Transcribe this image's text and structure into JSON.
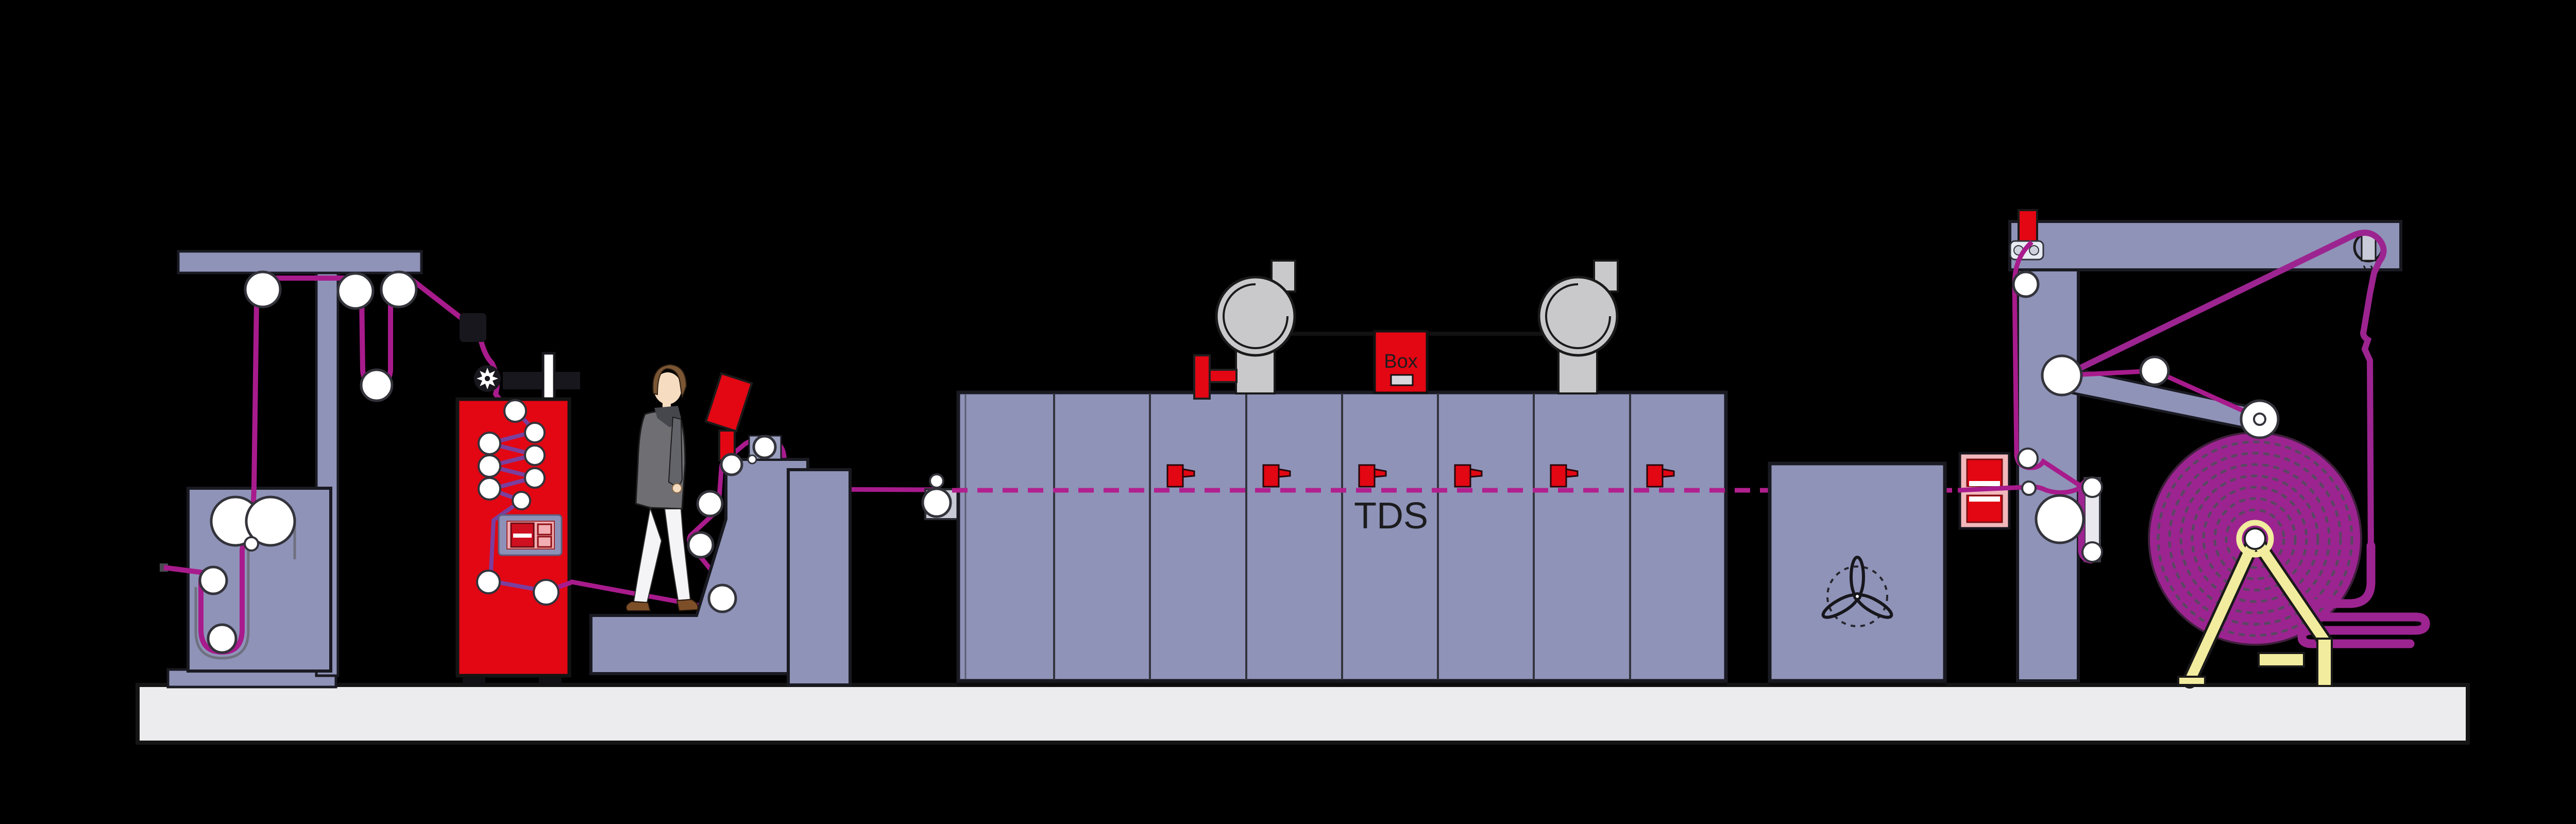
{
  "labels": {
    "dryer_section": "TDS",
    "box_unit": "Box"
  },
  "colors": {
    "background": "#000000",
    "machine_body": "#8f93b8",
    "machine_outline": "#1a1a22",
    "web_magenta": "#a81b8c",
    "web_violet": "#7a3f9d",
    "web_thick": "#9c2490",
    "accent_red": "#e30613",
    "floor": "#ececee",
    "stack_grey": "#c9c9cb",
    "frame_yellow": "#f2ec9e",
    "panel_pink": "#f2b8bc",
    "reel_roll": "#9c2490"
  },
  "structure": {
    "print_tower_units": 8,
    "unit_flags": 6,
    "exhaust_stacks": 2,
    "operator_present": true
  }
}
